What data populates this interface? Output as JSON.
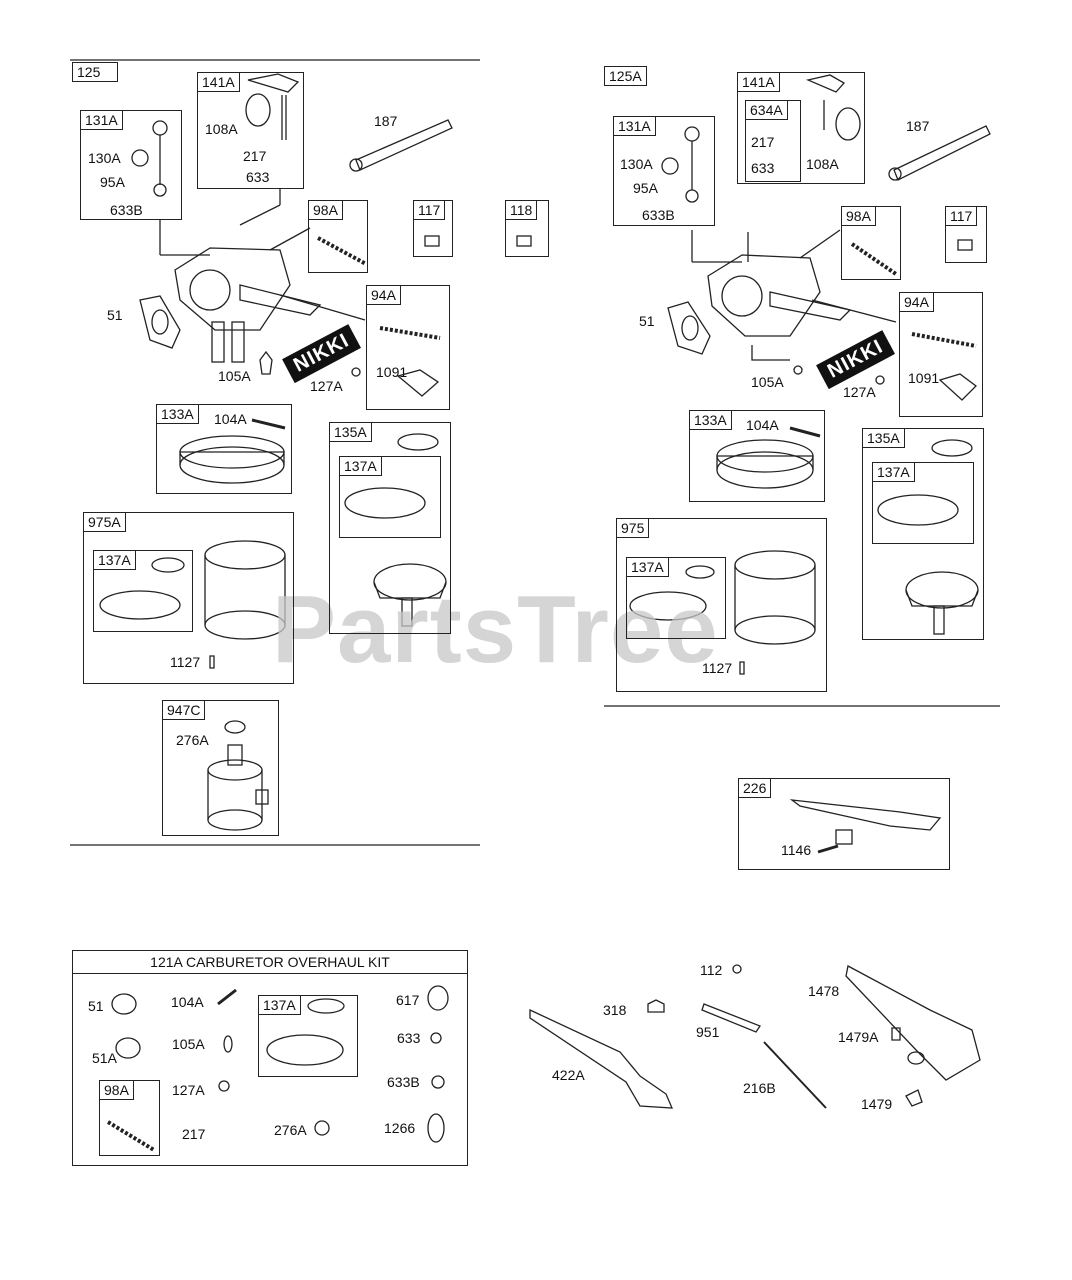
{
  "watermark": "PartsTree",
  "nikki_logo": "NIKKI",
  "left_carb": {
    "main": "125",
    "kit_141A": "141A",
    "kit_131A": "131A",
    "p108A": "108A",
    "p217": "217",
    "p633": "633",
    "p130A": "130A",
    "p95A": "95A",
    "p633B": "633B",
    "p187": "187",
    "kit_98A": "98A",
    "kit_117": "117",
    "kit_118": "118",
    "p51": "51",
    "p105A": "105A",
    "p127A": "127A",
    "kit_94A": "94A",
    "p1091": "1091",
    "kit_133A": "133A",
    "p104A": "104A",
    "kit_135A": "135A",
    "kit_137A_a": "137A",
    "kit_975A": "975A",
    "kit_137A_b": "137A",
    "p1127": "1127",
    "kit_947C": "947C",
    "p276A": "276A"
  },
  "right_carb": {
    "main": "125A",
    "kit_141A": "141A",
    "kit_634A": "634A",
    "p217": "217",
    "p633": "633",
    "p108A": "108A",
    "kit_131A": "131A",
    "p130A": "130A",
    "p95A": "95A",
    "p633B": "633B",
    "p187": "187",
    "kit_98A": "98A",
    "kit_117": "117",
    "p51": "51",
    "p105A": "105A",
    "p127A": "127A",
    "kit_94A": "94A",
    "p1091": "1091",
    "kit_133A": "133A",
    "p104A": "104A",
    "kit_135A": "135A",
    "kit_137A_a": "137A",
    "kit_975": "975",
    "kit_137A_b": "137A",
    "p1127": "1127"
  },
  "link_226": {
    "kit": "226",
    "p1146": "1146"
  },
  "overhaul_kit": {
    "title": "121A CARBURETOR OVERHAUL KIT",
    "p51": "51",
    "p51A": "51A",
    "p104A": "104A",
    "p105A": "105A",
    "p127A": "127A",
    "p217": "217",
    "kit_137A": "137A",
    "kit_98A": "98A",
    "p276A": "276A",
    "p617": "617",
    "p633": "633",
    "p633B": "633B",
    "p1266": "1266"
  },
  "linkage": {
    "p112": "112",
    "p318": "318",
    "p951": "951",
    "p422A": "422A",
    "p216B": "216B",
    "p1478": "1478",
    "p1479A": "1479A",
    "p1479": "1479"
  }
}
